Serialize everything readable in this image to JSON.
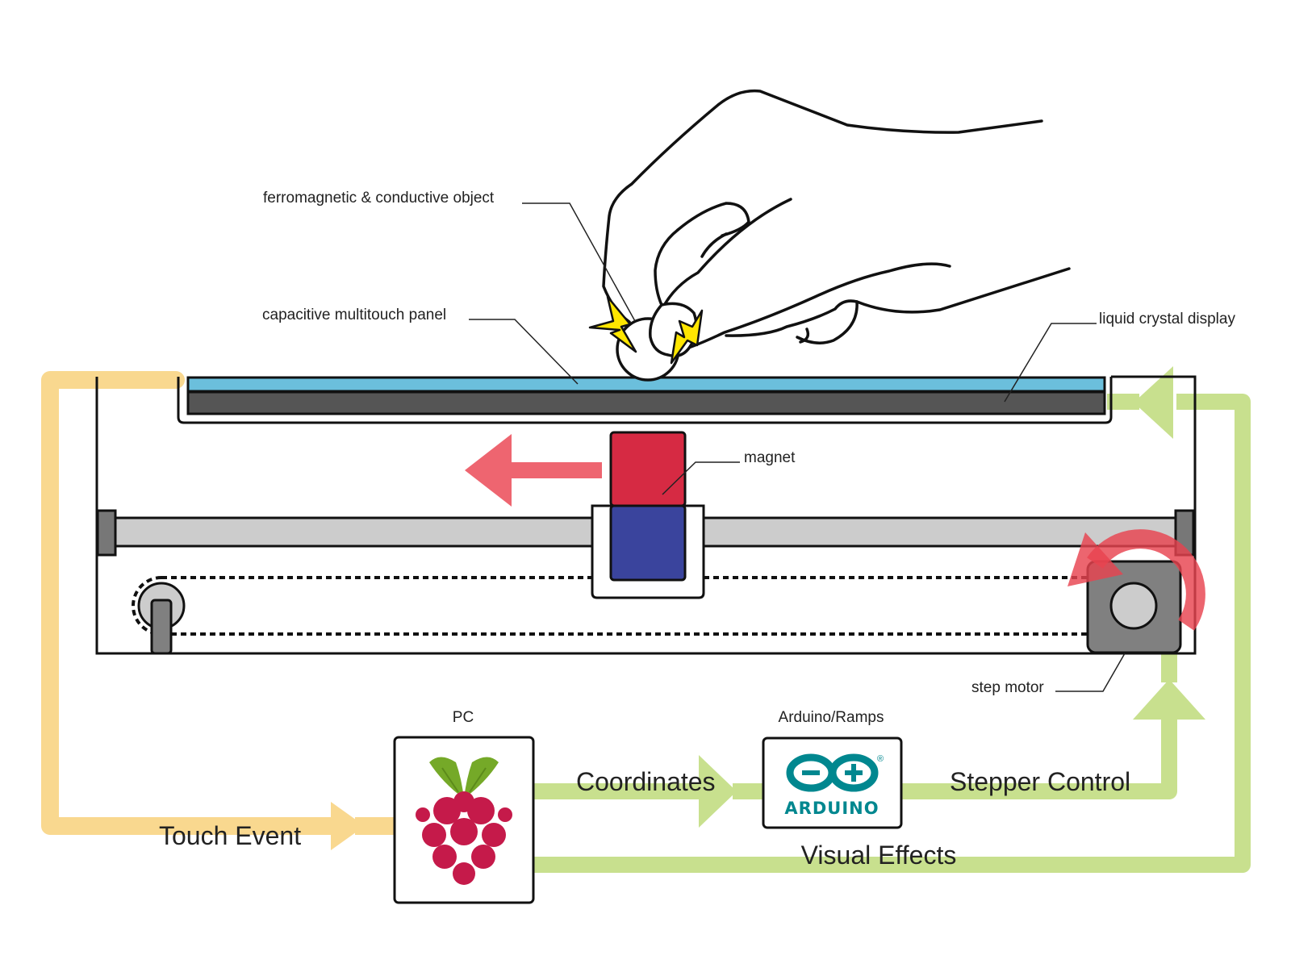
{
  "labels": {
    "object": "ferromagnetic & conductive object",
    "touch_panel": "capacitive multitouch panel",
    "lcd": "liquid crystal display",
    "magnet": "magnet",
    "step_motor": "step motor"
  },
  "nodes": {
    "pc": {
      "title": "PC",
      "logo": "raspberry-pi-logo"
    },
    "arduino": {
      "title": "Arduino/Ramps",
      "logo_text": "ARDUINO",
      "registered": "®"
    }
  },
  "flows": {
    "touch_event": "Touch Event",
    "coordinates": "Coordinates",
    "stepper_control": "Stepper Control",
    "visual_effects": "Visual Effects"
  },
  "colors": {
    "touch_flow": "#f9d88f",
    "data_flow": "#c8e08e",
    "touch_panel": "#6bbfdc",
    "lcd": "#555555",
    "magnet_north": "#d62a43",
    "magnet_south": "#3a449d",
    "motion_arrow": "#ee6570",
    "spark": "#ffe600",
    "rod": "#cccccc",
    "motor": "#808080",
    "arduino_teal": "#00878f",
    "raspberry_berry": "#c51a4a",
    "raspberry_leaf": "#75a928"
  }
}
